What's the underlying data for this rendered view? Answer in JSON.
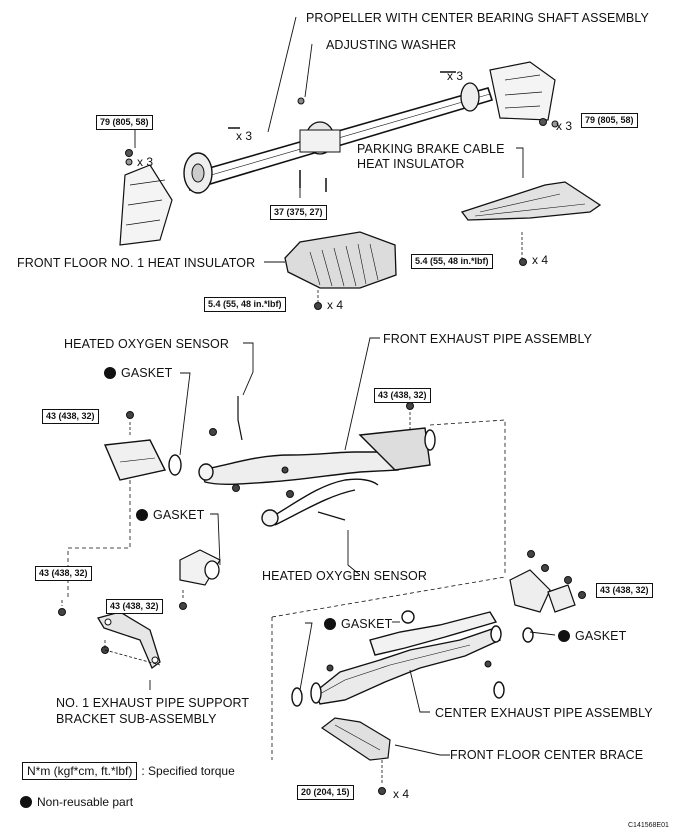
{
  "labels": {
    "propeller_shaft": "PROPELLER WITH CENTER BEARING SHAFT ASSEMBLY",
    "adjusting_washer": "ADJUSTING WASHER",
    "parking_brake_insulator_1": "PARKING BRAKE CABLE",
    "parking_brake_insulator_2": "HEAT INSULATOR",
    "front_floor_insulator": "FRONT FLOOR NO. 1 HEAT INSULATOR",
    "heated_o2_sensor_top": "HEATED OXYGEN SENSOR",
    "front_exhaust_pipe": "FRONT EXHAUST PIPE ASSEMBLY",
    "gasket_1": "GASKET",
    "gasket_2": "GASKET",
    "heated_o2_sensor_bottom": "HEATED OXYGEN SENSOR",
    "gasket_3": "GASKET",
    "gasket_4": "GASKET",
    "support_bracket_1": "NO. 1 EXHAUST PIPE SUPPORT",
    "support_bracket_2": "BRACKET SUB-ASSEMBLY",
    "center_exhaust_pipe": "CENTER EXHAUST PIPE ASSEMBLY",
    "front_floor_brace": "FRONT FLOOR CENTER BRACE"
  },
  "torques": {
    "propeller_left": "79 (805, 58)",
    "propeller_right": "79 (805, 58)",
    "center_bearing": "37 (375, 27)",
    "brake_insulator": "5.4 (55, 48 in.*lbf)",
    "floor_insulator": "5.4 (55, 48 in.*lbf)",
    "exhaust_right_top": "43 (438, 32)",
    "exhaust_left_top": "43 (438, 32)",
    "bracket_left": "43 (438, 32)",
    "bracket_mid": "43 (438, 32)",
    "center_pipe_right": "43 (438, 32)",
    "brace": "20 (204, 15)"
  },
  "quantities": {
    "q1": "x 3",
    "q2": "x 3",
    "q3": "x 3",
    "q4": "x 3",
    "q5": "x 4",
    "q6": "x 4",
    "q7": "x 4"
  },
  "legend": {
    "torque_box": "N*m (kgf*cm, ft.*lbf)",
    "torque_text": ": Specified torque",
    "nonreusable_text": "Non-reusable part"
  },
  "figure_code": "C141568E01"
}
